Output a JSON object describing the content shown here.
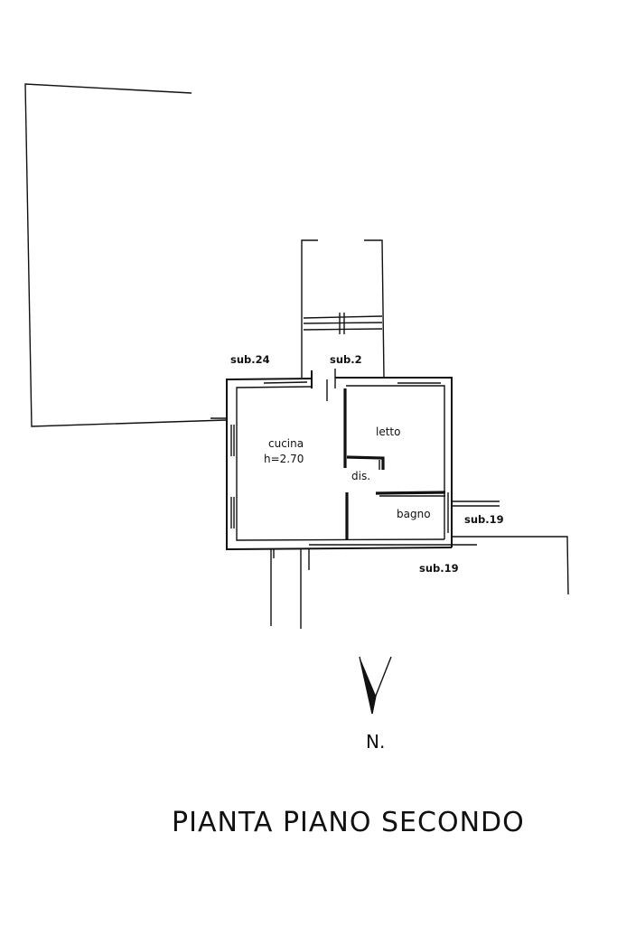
{
  "labels": {
    "sub24": "sub.24",
    "sub2": "sub.2",
    "cucina": "cucina",
    "height": "h=2.70",
    "letto": "letto",
    "dis": "dis.",
    "bagno": "bagno",
    "sub19_right": "sub.19",
    "sub19_bottom": "sub.19"
  },
  "north_label": "N.",
  "title": "PIANTA  PIANO  SECONDO"
}
